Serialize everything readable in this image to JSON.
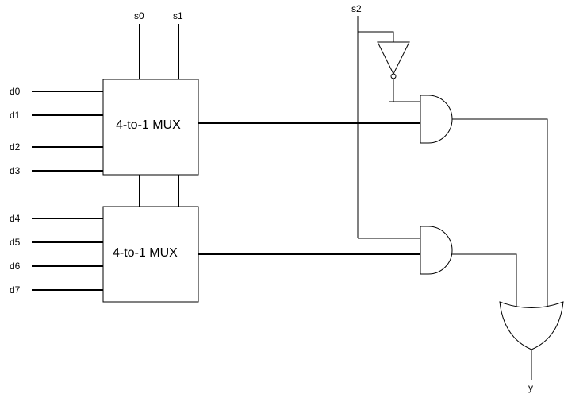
{
  "inputs": {
    "d0": "d0",
    "d1": "d1",
    "d2": "d2",
    "d3": "d3",
    "d4": "d4",
    "d5": "d5",
    "d6": "d6",
    "d7": "d7"
  },
  "selects": {
    "s0": "s0",
    "s1": "s1",
    "s2": "s2"
  },
  "mux_top": {
    "label": "4-to-1 MUX"
  },
  "mux_bottom": {
    "label": "4-to-1 MUX"
  },
  "output": {
    "label": "y"
  }
}
